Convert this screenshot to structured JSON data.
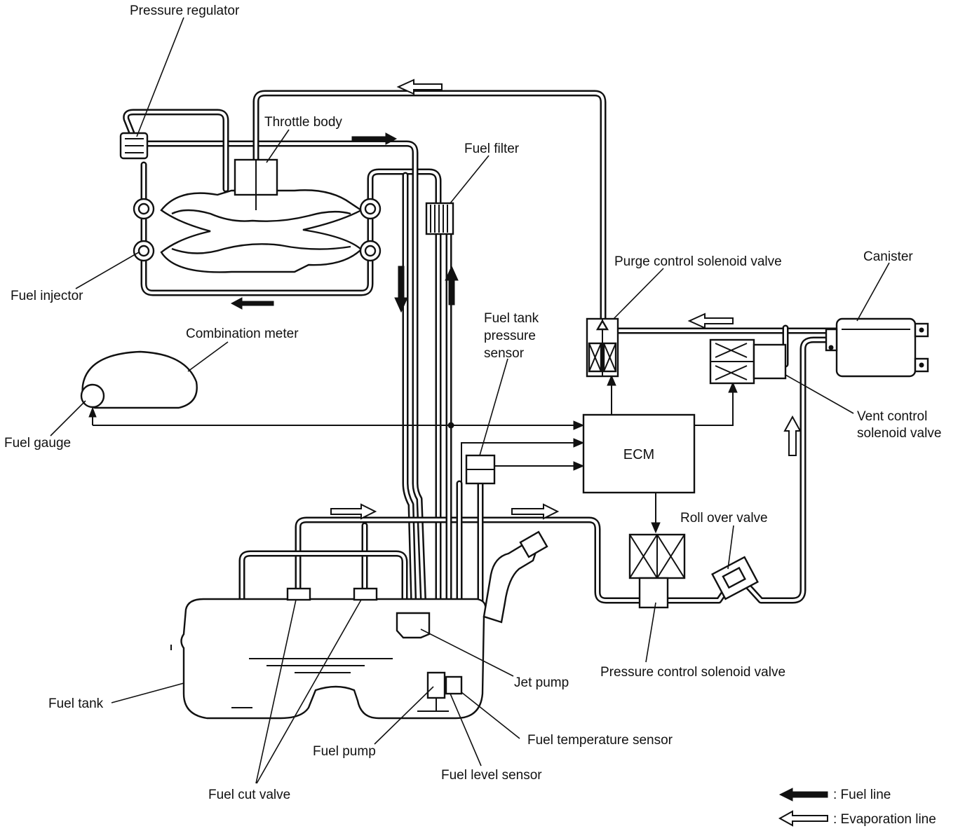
{
  "labels": {
    "pressure_regulator": "Pressure regulator",
    "throttle_body": "Throttle body",
    "fuel_filter": "Fuel filter",
    "fuel_injector": "Fuel injector",
    "combination_meter": "Combination meter",
    "fuel_gauge": "Fuel gauge",
    "purge_control_solenoid_valve": "Purge control solenoid valve",
    "canister": "Canister",
    "fuel_tank_pressure_sensor": [
      "Fuel tank",
      "pressure",
      "sensor"
    ],
    "vent_control_solenoid_valve": [
      "Vent control",
      "solenoid valve"
    ],
    "ecm": "ECM",
    "roll_over_valve": "Roll over valve",
    "pressure_control_solenoid_valve": "Pressure control solenoid valve",
    "jet_pump": "Jet pump",
    "fuel_tank": "Fuel tank",
    "fuel_temperature_sensor": "Fuel temperature sensor",
    "fuel_pump": "Fuel pump",
    "fuel_level_sensor": "Fuel level sensor",
    "fuel_cut_valve": "Fuel cut valve"
  },
  "legend": {
    "fuel_line": ": Fuel line",
    "evaporation_line": ": Evaporation line"
  }
}
